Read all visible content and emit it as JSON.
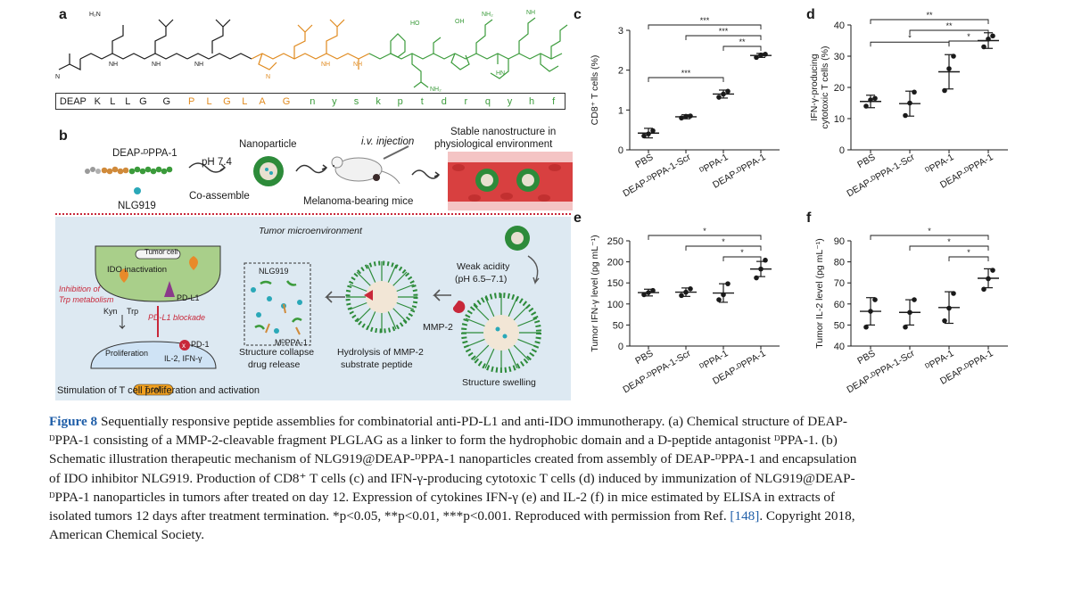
{
  "panels": {
    "a": "a",
    "b": "b",
    "c": "c",
    "d": "d",
    "e": "e",
    "f": "f"
  },
  "sequence": [
    "DEAP",
    "K",
    "L",
    "L",
    "G",
    "G",
    "P",
    "L",
    "G",
    "L",
    "A",
    "G",
    "n",
    "y",
    "s",
    "k",
    "p",
    "t",
    "d",
    "r",
    "q",
    "y",
    "h",
    "f"
  ],
  "sequence_colors": {
    "black": "#1a1a1a",
    "orange": "#e08a1e",
    "green": "#3b9b3b"
  },
  "scheme": {
    "molecule_label": "DEAP-ᴰPPA-1",
    "drug_label": "NLG919",
    "ph_label": "pH 7.4",
    "coassemble_label": "Co-assemble",
    "nanoparticle_label": "Nanoparticle",
    "iv_label": "i.v. injection",
    "mice_label": "Melanoma-bearing mice",
    "stable_label_1": "Stable nanostructure in",
    "stable_label_2": "physiological environment",
    "tme_label": "Tumor microenvironment",
    "tumor_cell_label": "Tumor cell",
    "ido_label": "IDO inactivation",
    "inhib_label_1": "Inhibition of",
    "inhib_label_2": "Trp metabolism",
    "pdl1_label": "PD-L1",
    "kyn_label": "Kyn",
    "trp_label": "Trp",
    "pdl1_blockade_label": "PD-L1 blockade",
    "pd1_label": "PD-1",
    "prolif_label": "Proliferation",
    "il2_label": "IL-2, IFN-γ",
    "tcell_label": "T cell",
    "stim_label": "Stimulation of T cell proliferation and activation",
    "nlg_small_label": "NLG919",
    "mppa_label": "MᴰPPA-1",
    "collapse_label_1": "Structure collapse",
    "collapse_label_2": "drug release",
    "hydro_label_1": "Hydrolysis of MMP-2",
    "hydro_label_2": "substrate peptide",
    "weak_label_1": "Weak acidity",
    "weak_label_2": "(pH 6.5–7.1)",
    "mmp2_label": "MMP-2",
    "swelling_label": "Structure swelling"
  },
  "chart_data": [
    {
      "id": "c",
      "type": "scatter",
      "ylabel": "CD8⁺ T cells (%)",
      "categories": [
        "PBS",
        "DEAP-ᴰPPA-1-Scr",
        "ᴰPPA-1",
        "DEAP-ᴰPPA-1"
      ],
      "ylim": [
        0,
        3
      ],
      "yticks": [
        0,
        1,
        2,
        3
      ],
      "means": [
        0.42,
        0.83,
        1.4,
        2.37
      ],
      "errors": [
        0.12,
        0.05,
        0.1,
        0.05
      ],
      "points": [
        [
          0.35,
          0.48,
          0.4
        ],
        [
          0.8,
          0.85,
          0.84
        ],
        [
          1.32,
          1.47,
          1.4
        ],
        [
          2.32,
          2.4,
          2.38
        ]
      ],
      "significance": [
        {
          "from": 0,
          "to": 3,
          "label": "***"
        },
        {
          "from": 1,
          "to": 3,
          "label": "***"
        },
        {
          "from": 2,
          "to": 3,
          "label": "**"
        },
        {
          "from": 0,
          "to": 2,
          "label": "***"
        }
      ]
    },
    {
      "id": "d",
      "type": "scatter",
      "ylabel": "IFN-γ-producing cytotoxic T cells (%)",
      "ylabel_lines": [
        "IFN-γ-producing",
        "cytotoxic T cells (%)"
      ],
      "categories": [
        "PBS",
        "DEAP-ᴰPPA-1-Scr",
        "ᴰPPA-1",
        "DEAP-ᴰPPA-1"
      ],
      "ylim": [
        0,
        40
      ],
      "yticks": [
        0,
        10,
        20,
        30,
        40
      ],
      "means": [
        15.5,
        14.8,
        25.0,
        35.0
      ],
      "errors": [
        2.0,
        4.0,
        5.5,
        2.5
      ],
      "points": [
        [
          14.0,
          16.5,
          16.0
        ],
        [
          11.0,
          18.5,
          15.0
        ],
        [
          19.0,
          30.0,
          26.0
        ],
        [
          33.0,
          36.5,
          35.5
        ]
      ],
      "significance": [
        {
          "from": 0,
          "to": 3,
          "label": "**"
        },
        {
          "from": 1,
          "to": 3,
          "label": "**"
        },
        {
          "from": 2,
          "to": 3,
          "label": "*"
        },
        {
          "from": 0,
          "to": 2,
          "label": "*"
        }
      ]
    },
    {
      "id": "e",
      "type": "scatter",
      "ylabel": "Tumor IFN-γ level (pg mL⁻¹)",
      "categories": [
        "PBS",
        "DEAP-ᴰPPA-1-Scr",
        "ᴰPPA-1",
        "DEAP-ᴰPPA-1"
      ],
      "ylim": [
        0,
        250
      ],
      "yticks": [
        0,
        50,
        100,
        150,
        200,
        250
      ],
      "means": [
        127,
        128,
        126,
        183
      ],
      "errors": [
        8,
        10,
        22,
        18
      ],
      "points": [
        [
          122,
          132,
          127
        ],
        [
          120,
          136,
          128
        ],
        [
          110,
          148,
          122
        ],
        [
          162,
          204,
          183
        ]
      ],
      "significance": [
        {
          "from": 0,
          "to": 3,
          "label": "*"
        },
        {
          "from": 1,
          "to": 3,
          "label": "*"
        },
        {
          "from": 2,
          "to": 3,
          "label": "*"
        }
      ]
    },
    {
      "id": "f",
      "type": "scatter",
      "ylabel": "Tumor IL-2 level (pg mL⁻¹)",
      "categories": [
        "PBS",
        "DEAP-ᴰPPA-1-Scr",
        "ᴰPPA-1",
        "DEAP-ᴰPPA-1"
      ],
      "ylim": [
        40,
        90
      ],
      "yticks": [
        40,
        50,
        60,
        70,
        80,
        90
      ],
      "means": [
        56.5,
        56.0,
        58.3,
        72.2
      ],
      "errors": [
        6.5,
        6.0,
        7.5,
        4.5
      ],
      "points": [
        [
          49,
          62,
          56.5
        ],
        [
          49,
          62,
          56
        ],
        [
          52,
          65,
          58
        ],
        [
          67,
          76,
          72
        ]
      ],
      "significance": [
        {
          "from": 0,
          "to": 3,
          "label": "*"
        },
        {
          "from": 1,
          "to": 3,
          "label": "*"
        },
        {
          "from": 2,
          "to": 3,
          "label": "*"
        }
      ]
    }
  ],
  "caption": {
    "fig_label": "Figure 8",
    "line1": " Sequentially responsive peptide assemblies for combinatorial anti-PD-L1 and anti-IDO immunotherapy. (a) Chemical structure of DEAP-",
    "line2": "ᴰPPA-1 consisting of a MMP-2-cleavable fragment PLGLAG as a linker to form the hydrophobic domain and a D-peptide antagonist ᴰPPA-1. (b)",
    "line3": "Schematic illustration therapeutic mechanism of NLG919@DEAP-ᴰPPA-1 nanoparticles created from assembly of DEAP-ᴰPPA-1 and encapsulation",
    "line4": "of IDO inhibitor NLG919. Production of CD8⁺ T cells (c) and IFN-γ-producing cytotoxic T cells (d) induced by immunization of NLG919@DEAP-",
    "line5": "ᴰPPA-1 nanoparticles in tumors after treated on day 12. Expression of cytokines IFN-γ (e) and IL-2 (f) in mice estimated by ELISA in extracts of",
    "line6": "isolated tumors 12 days after treatment termination. *p<0.05, **p<0.01, ***p<0.001. Reproduced with permission from Ref. ",
    "ref": "[148]",
    "line6_end": ". Copyright 2018,",
    "line7": "American Chemical Society."
  }
}
